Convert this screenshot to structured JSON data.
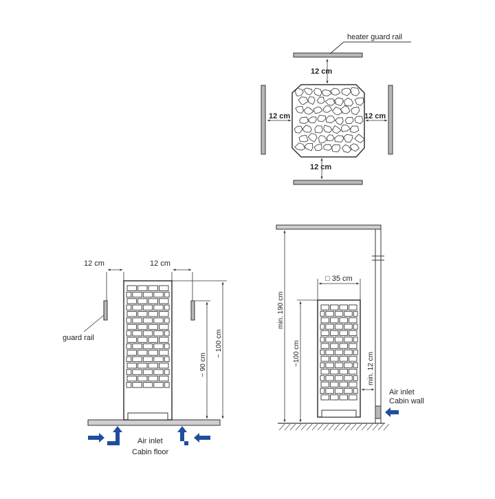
{
  "top_view": {
    "label_guard_rail": "heater guard rail",
    "gap_top": "12 cm",
    "gap_left": "12 cm",
    "gap_right": "12 cm",
    "gap_bottom": "12 cm"
  },
  "front_view": {
    "gap_left": "12 cm",
    "gap_right": "12 cm",
    "label_guard_rail": "guard rail",
    "height_rail": "~ 90 cm",
    "height_total": "~ 100 cm",
    "air_inlet_line1": "Air inlet",
    "air_inlet_line2": "Cabin floor"
  },
  "side_view": {
    "width_label": "□ 35 cm",
    "ceiling_height": "min. 190 cm",
    "heater_height": "~100 cm",
    "wall_gap": "min. 12 cm",
    "air_inlet_line1": "Air inlet",
    "air_inlet_line2": "Cabin wall"
  },
  "colors": {
    "line": "#333333",
    "rail_fill": "#b8b8b8",
    "arrow_blue": "#1f4e9c"
  }
}
